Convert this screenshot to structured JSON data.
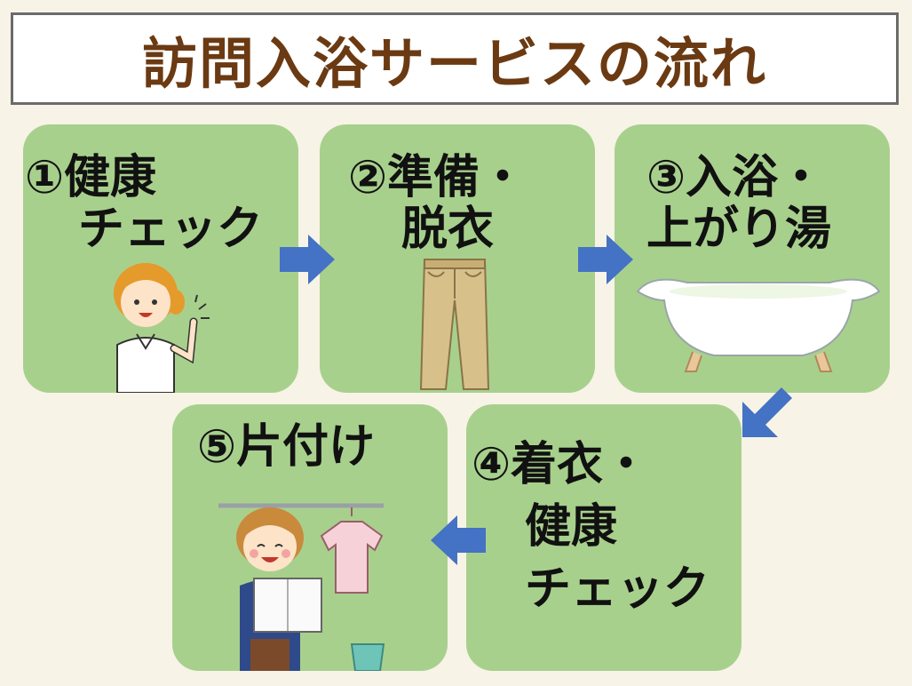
{
  "title": "訪問入浴サービスの流れ",
  "steps": [
    {
      "id": "1",
      "label_line1": "①健康",
      "label_line2": "チェック",
      "illustration": "nurse-pointing-icon"
    },
    {
      "id": "2",
      "label_line1": "②準備・",
      "label_line2": "脱衣",
      "illustration": "pants-icon"
    },
    {
      "id": "3",
      "label_line1": "③入浴・",
      "label_line2": "上がり湯",
      "illustration": "bathtub-icon"
    },
    {
      "id": "4",
      "label_line1": "④着衣・",
      "label_line2": "健康",
      "label_line3": "チェック"
    },
    {
      "id": "5",
      "label_line1": "⑤片付け",
      "illustration": "laundry-woman-icon"
    }
  ],
  "colors": {
    "background": "#f7f3e6",
    "title_text": "#6b3a12",
    "box_fill": "#a8d08d",
    "arrow": "#4472c4"
  }
}
